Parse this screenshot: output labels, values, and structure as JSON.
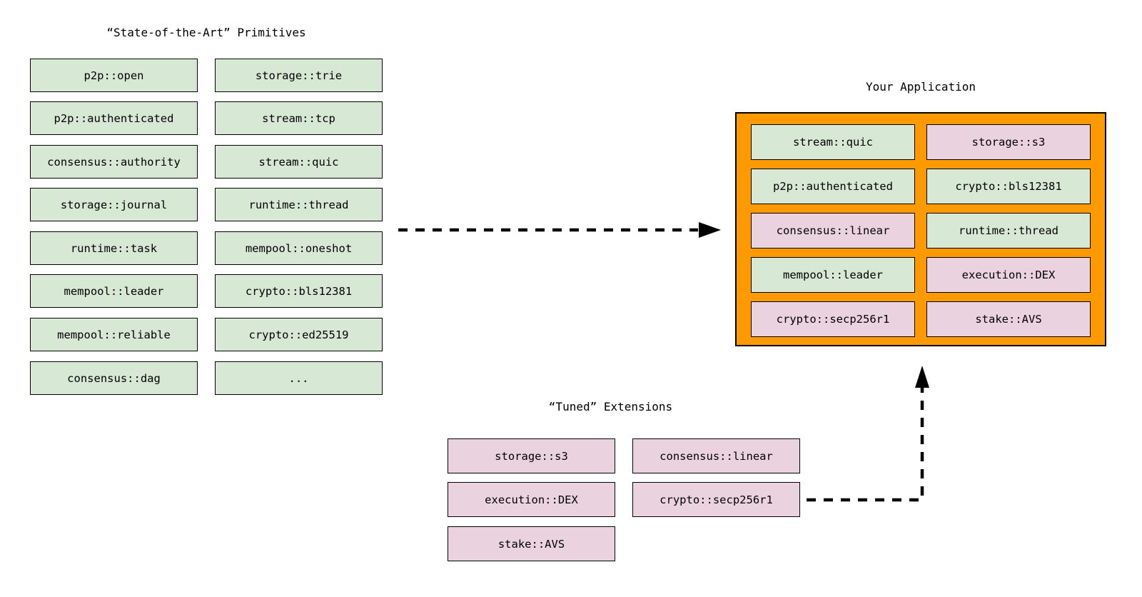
{
  "colors": {
    "primitive_green": "#d7e8d4",
    "extension_pink": "#ead2de",
    "application_orange": "#ff9900",
    "border_black": "#000000"
  },
  "primitives": {
    "title": "“State-of-the-Art” Primitives",
    "col1": [
      "p2p::open",
      "p2p::authenticated",
      "consensus::authority",
      "storage::journal",
      "runtime::task",
      "mempool::leader",
      "mempool::reliable",
      "consensus::dag"
    ],
    "col2": [
      "storage::trie",
      "stream::tcp",
      "stream::quic",
      "runtime::thread",
      "mempool::oneshot",
      "crypto::bls12381",
      "crypto::ed25519",
      "..."
    ]
  },
  "application": {
    "title": "Your Application",
    "col1": [
      {
        "label": "stream::quic",
        "type": "primitive"
      },
      {
        "label": "p2p::authenticated",
        "type": "primitive"
      },
      {
        "label": "consensus::linear",
        "type": "extension"
      },
      {
        "label": "mempool::leader",
        "type": "primitive"
      },
      {
        "label": "crypto::secp256r1",
        "type": "extension"
      }
    ],
    "col2": [
      {
        "label": "storage::s3",
        "type": "extension"
      },
      {
        "label": "crypto::bls12381",
        "type": "primitive"
      },
      {
        "label": "runtime::thread",
        "type": "primitive"
      },
      {
        "label": "execution::DEX",
        "type": "extension"
      },
      {
        "label": "stake::AVS",
        "type": "extension"
      }
    ]
  },
  "extensions": {
    "title": "“Tuned” Extensions",
    "col1": [
      "storage::s3",
      "execution::DEX",
      "stake::AVS"
    ],
    "col2": [
      "consensus::linear",
      "crypto::secp256r1"
    ]
  }
}
